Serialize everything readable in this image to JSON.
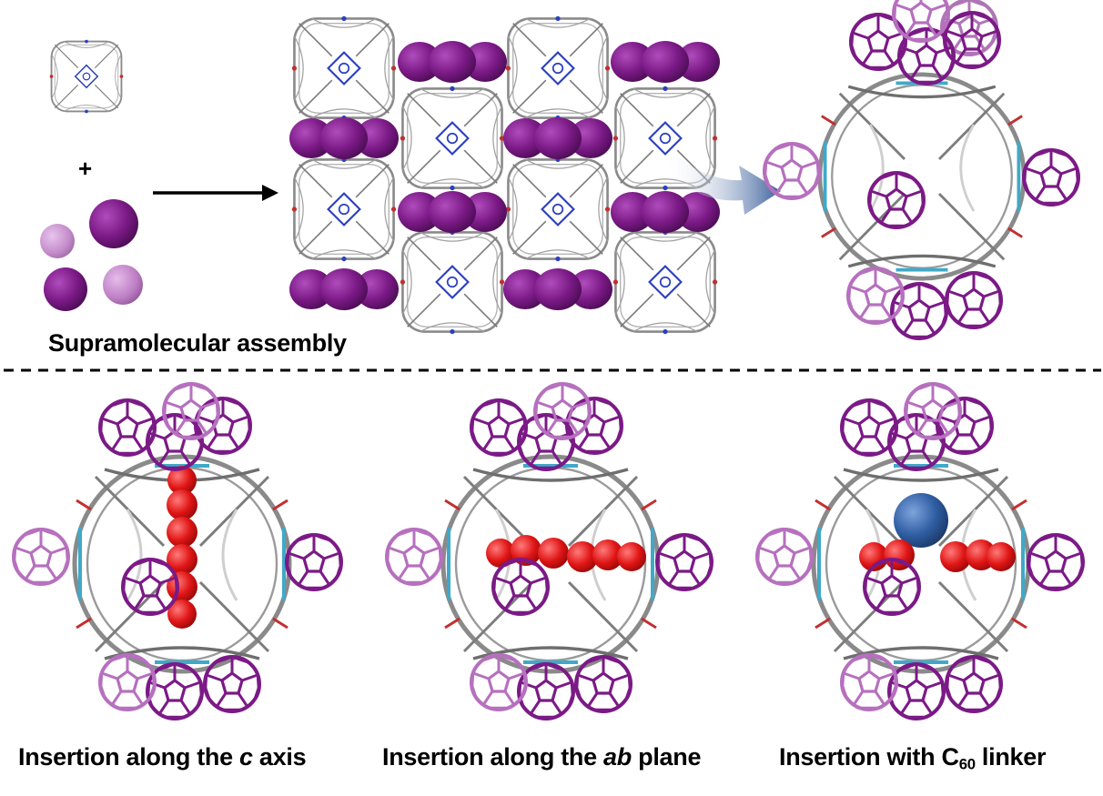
{
  "labels": {
    "supramolecular": "Supramolecular assembly",
    "plus": "+",
    "insert_c": {
      "pre": "Insertion along the ",
      "em": "c",
      "post": " axis"
    },
    "insert_ab": {
      "pre": "Insertion along the ",
      "em": "ab",
      "post": " plane"
    },
    "insert_c60": {
      "pre": "Insertion with C",
      "sub": "60",
      "post": " linker"
    }
  },
  "colors": {
    "fullerene_dark": "#7b1a86",
    "fullerene_light": "#b670be",
    "guest_red": "#e01515",
    "guest_blue": "#2f5ea3",
    "framework": "#8a8a8a",
    "porphyrin": "#2b3fbf",
    "arrow_blue": "#3b5f9a"
  },
  "icons": [
    "cage-icon",
    "fullerene-icon",
    "reaction-arrow-icon",
    "transfer-arrow-icon"
  ]
}
